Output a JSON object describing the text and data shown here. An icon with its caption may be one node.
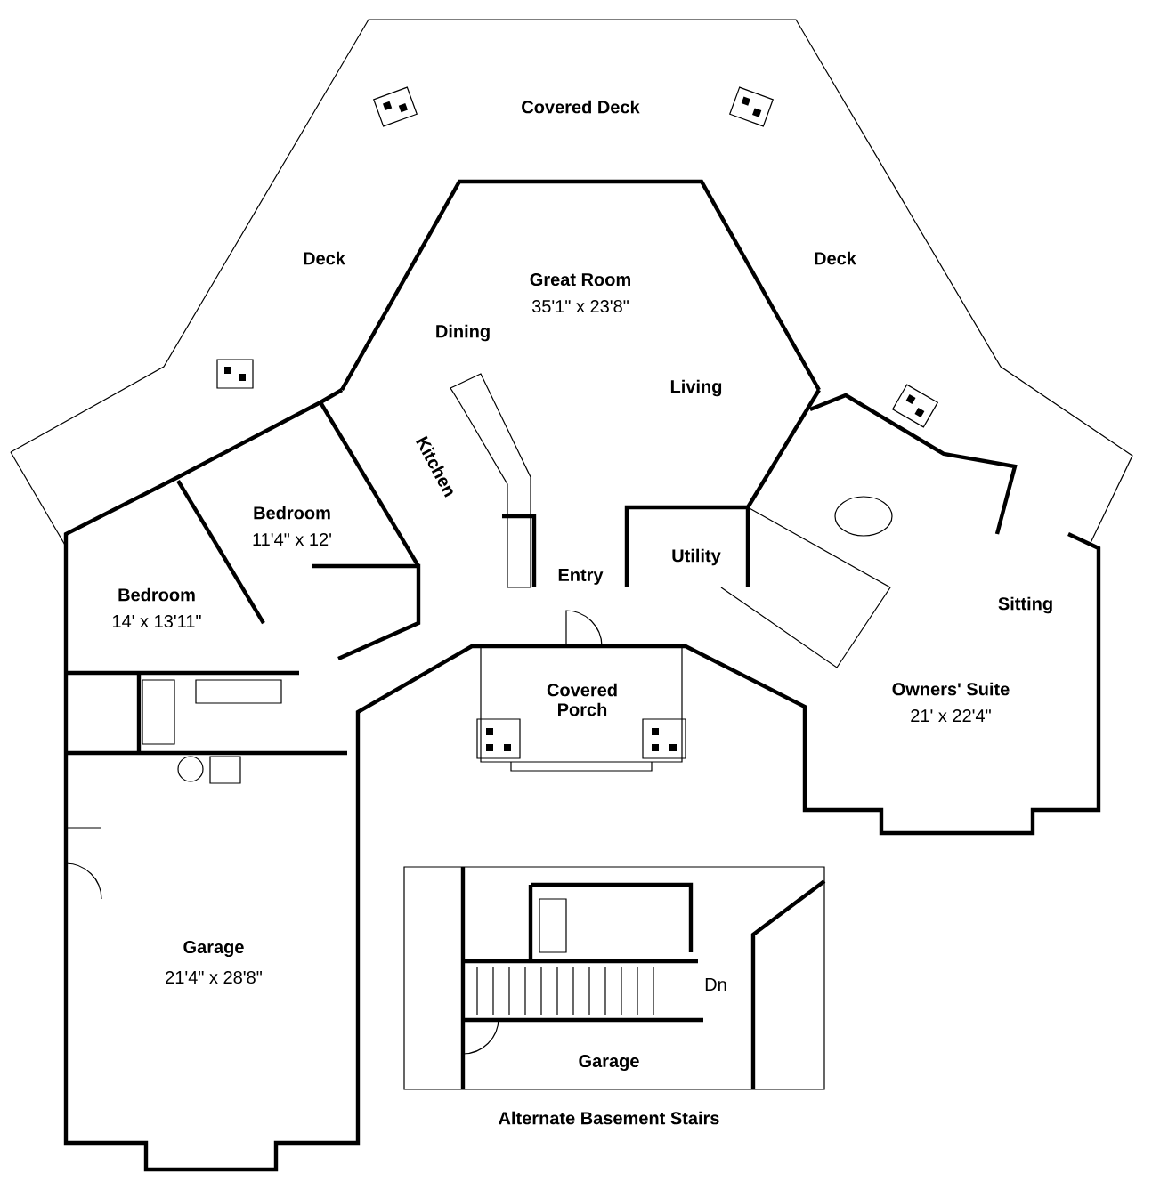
{
  "diagram": {
    "labels": [
      "Covered Deck",
      "Deck",
      "Deck",
      "Great Room",
      "35'1\" x 23'8\"",
      "Dining",
      "Living",
      "Kitchen",
      "Bedroom",
      "11'4\" x 12'",
      "Entry",
      "Utility",
      "Bedroom",
      "14' x 13'11\"",
      "Sitting",
      "Covered Porch",
      "Owners' Suite",
      "21' x 22'4\"",
      "Garage",
      "21'4\" x 28'8\"",
      "Dn",
      "Garage",
      "Alternate Basement Stairs"
    ]
  }
}
